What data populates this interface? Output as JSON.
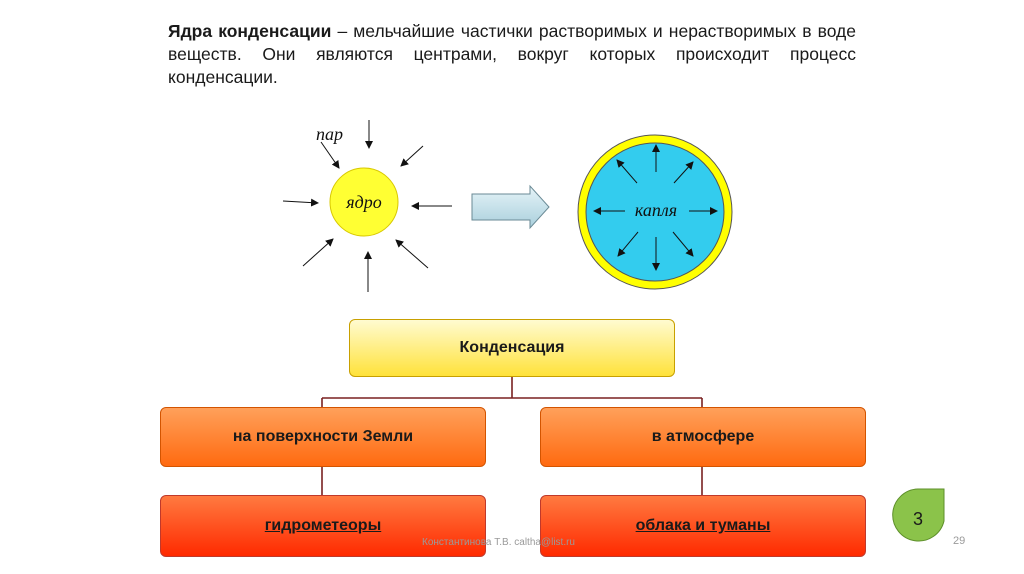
{
  "paragraph": {
    "bold_term": "Ядра конденсации",
    "text": " – мельчайшие частички растворимых и нерастворимых в воде веществ. Они являются центрами, вокруг которых происходит процесс конденсации."
  },
  "illustration": {
    "vapor_label": "пар",
    "nucleus_label": "ядро",
    "drop_label": "капля"
  },
  "tree": {
    "root": "Конденсация",
    "left_branch": "на поверхности Земли",
    "right_branch": "в атмосфере",
    "left_leaf": "гидрометеоры",
    "right_leaf": "облака и туманы"
  },
  "footer": {
    "author": "Константинова Т.В. caltha@list.ru",
    "page_number": "29",
    "badge": "3"
  },
  "colors": {
    "nucleus_fill": "#ffff33",
    "drop_fill": "#33ccee",
    "drop_rim": "#ffff00",
    "arrow_fill": "#cfe8f0",
    "badge_fill": "#8bc34a"
  }
}
